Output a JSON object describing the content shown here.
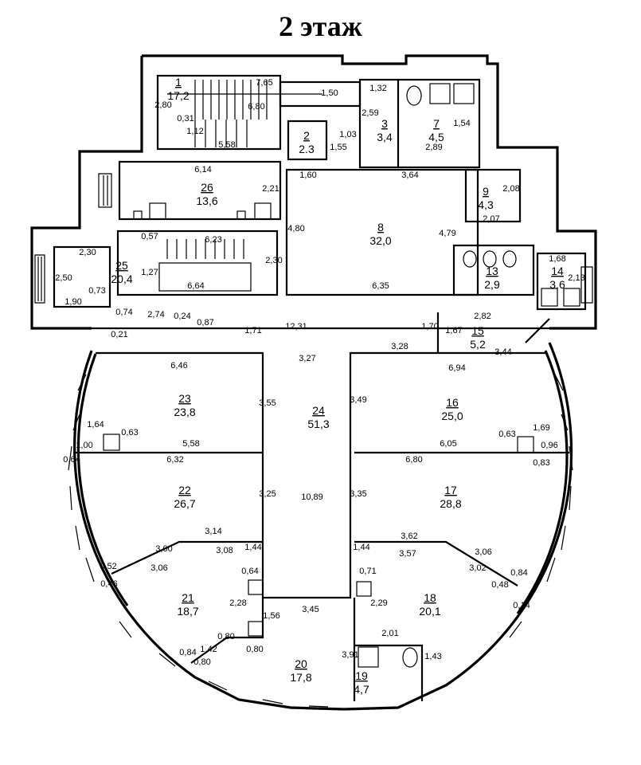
{
  "title": "2 этаж",
  "rooms": [
    {
      "num": "1",
      "area": "17,2"
    },
    {
      "num": "2",
      "area": "2.3"
    },
    {
      "num": "3",
      "area": "3,4"
    },
    {
      "num": "7",
      "area": "4,5"
    },
    {
      "num": "8",
      "area": "32,0"
    },
    {
      "num": "9",
      "area": "4,3"
    },
    {
      "num": "13",
      "area": "2,9"
    },
    {
      "num": "14",
      "area": "3,6"
    },
    {
      "num": "15",
      "area": "5,2"
    },
    {
      "num": "16",
      "area": "25,0"
    },
    {
      "num": "17",
      "area": "28,8"
    },
    {
      "num": "18",
      "area": "20,1"
    },
    {
      "num": "19",
      "area": "4,7"
    },
    {
      "num": "20",
      "area": "17,8"
    },
    {
      "num": "21",
      "area": "18,7"
    },
    {
      "num": "22",
      "area": "26,7"
    },
    {
      "num": "23",
      "area": "23,8"
    },
    {
      "num": "24",
      "area": "51,3"
    },
    {
      "num": "25",
      "area": "20,4"
    },
    {
      "num": "26",
      "area": "13,6"
    }
  ],
  "dims": [
    "7,65",
    "6,80",
    "2,80",
    "0,31",
    "1,12",
    "5,58",
    "1,50",
    "1,32",
    "2,59",
    "1,03",
    "1,55",
    "2,89",
    "1,54",
    "6,14",
    "2,21",
    "1,60",
    "3,64",
    "2,08",
    "2,07",
    "4,80",
    "4,79",
    "6,35",
    "0,57",
    "6,23",
    "2,30",
    "2,30",
    "1,27",
    "2,50",
    "0,73",
    "1,90",
    "6,64",
    "1,68",
    "2,13",
    "0,74",
    "2,74",
    "0,24",
    "0,87",
    "0,21",
    "1,71",
    "12,31",
    "1,70",
    "1,67",
    "2,82",
    "3,44",
    "3,28",
    "3,27",
    "6,46",
    "6,94",
    "3,55",
    "3,49",
    "1,64",
    "1,00",
    "0,63",
    "5,58",
    "0,64",
    "1,69",
    "0,63",
    "0,96",
    "6,05",
    "0,83",
    "6,32",
    "6,80",
    "3,25",
    "10,89",
    "3,35",
    "3,14",
    "3,62",
    "1,44",
    "1,44",
    "3,00",
    "3,08",
    "3,57",
    "3,06",
    "0,52",
    "3,06",
    "3,02",
    "0,84",
    "0,46",
    "0,64",
    "0,71",
    "0,48",
    "2,28",
    "2,29",
    "0,14",
    "3,45",
    "1,56",
    "0,80",
    "2,01",
    "0,84",
    "1,42",
    "0,80",
    "3,91",
    "1,43",
    "0,80"
  ]
}
